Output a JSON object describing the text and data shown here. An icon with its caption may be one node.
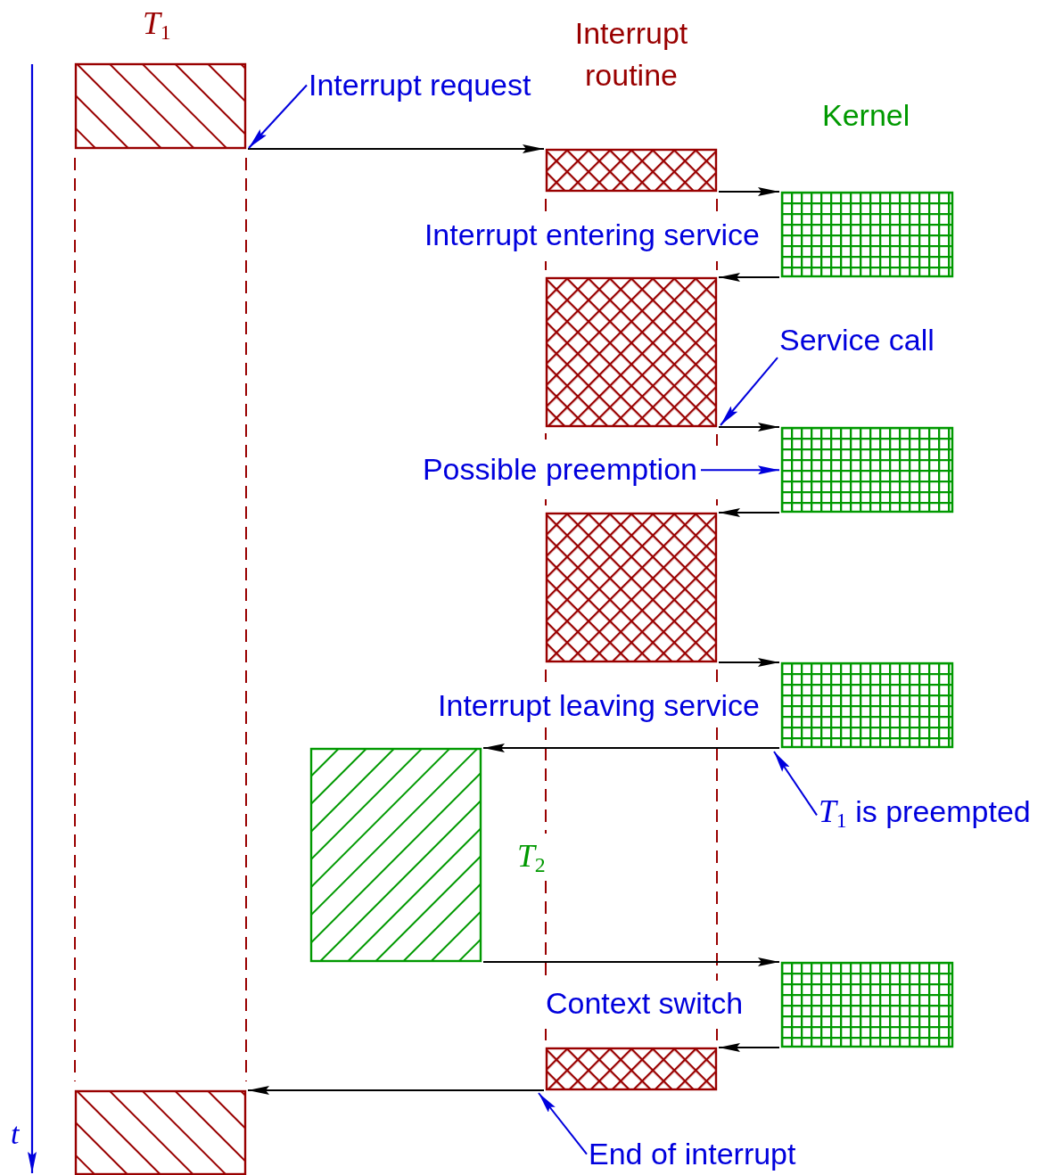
{
  "diagram": {
    "nodes": [
      {
        "text": [],
        "shape": "box",
        "beside": [
          "*T*$_{1}$"
        ]
      },
      {
        "text": [],
        "shape": "box"
      },
      {
        "text": [],
        "shape": "box"
      },
      {
        "text": [],
        "shape": "box"
      },
      {
        "text": [],
        "shape": "box"
      },
      {
        "text": [],
        "shape": "box"
      },
      {
        "text": [],
        "shape": "box"
      },
      {
        "text": [],
        "shape": "box",
        "beside": [
          "*T*$_{2}$"
        ]
      },
      {
        "text": [],
        "shape": "box"
      },
      {
        "text": [],
        "shape": "box"
      },
      {
        "text": [],
        "shape": "box"
      },
      {
        "text": [
          "Interrupt request"
        ]
      },
      {
        "text": [
          "Service call"
        ]
      },
      {
        "text": [
          "Possible preemption"
        ]
      },
      {
        "text": [
          "*T*$_{1}$ is preempted"
        ]
      },
      {
        "text": [
          "End of interrupt"
        ]
      }
    ],
    "edges": [
      {
        "from": 0,
        "to": 1,
        "arrow": "to"
      },
      {
        "from": 1,
        "to": 2,
        "arrow": "to"
      },
      {
        "from": 2,
        "to": 3,
        "arrow": "to"
      },
      {
        "from": 3,
        "to": 4,
        "arrow": "to"
      },
      {
        "from": 4,
        "to": 5,
        "arrow": "to"
      },
      {
        "from": 5,
        "to": 6,
        "arrow": "to"
      },
      {
        "from": 6,
        "to": 7,
        "arrow": "to"
      },
      {
        "from": 7,
        "to": 8,
        "arrow": "to"
      },
      {
        "from": 8,
        "to": 9,
        "arrow": "to"
      },
      {
        "from": 9,
        "to": 10,
        "arrow": "to"
      },
      {
        "from": 11,
        "to": 0,
        "arrow": "to",
        "color": "#0000dd"
      },
      {
        "from": 12,
        "to": 3,
        "arrow": "to",
        "color": "#0000dd"
      },
      {
        "from": 13,
        "to": 4,
        "arrow": "to",
        "color": "#0000dd"
      },
      {
        "from": 14,
        "to": 6,
        "arrow": "to",
        "color": "#0000dd"
      },
      {
        "from": 15,
        "to": 9,
        "arrow": "to",
        "color": "#0000dd"
      }
    ],
    "labels": [
      "Interrupt routine",
      "Kernel",
      "Interrupt entering service",
      "Interrupt leaving service",
      "Context switch",
      "t"
    ]
  }
}
